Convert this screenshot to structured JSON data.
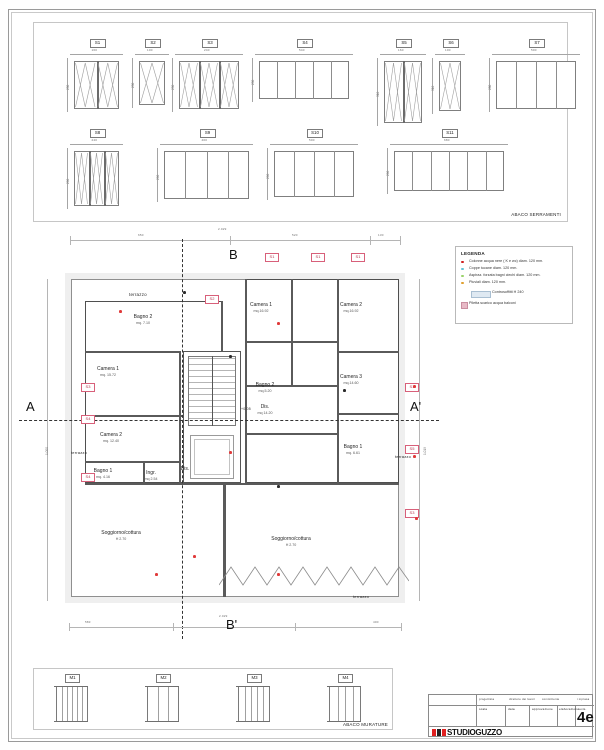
{
  "sheet": {
    "drawing_type": "architectural-floor-plan",
    "sheet_number": "4e",
    "studio_name": "STUDIOGUZZO"
  },
  "window_schedule": {
    "title": "ABACO SERRAMENTI",
    "rows": [
      {
        "items": [
          {
            "tag": "S1",
            "width_mm": "160",
            "height_mm": "230",
            "type": "casement-2",
            "panels": 2
          },
          {
            "tag": "S2",
            "width_mm": "100",
            "height_mm": "230",
            "type": "casement-1",
            "panels": 1
          },
          {
            "tag": "S3",
            "width_mm": "240",
            "height_mm": "230",
            "type": "casement-3",
            "panels": 3
          },
          {
            "tag": "S4",
            "width_mm": "540",
            "height_mm": "230",
            "type": "fixed-5",
            "panels": 5
          },
          {
            "tag": "S5",
            "width_mm": "160",
            "height_mm": "310",
            "type": "casement-2",
            "panels": 2
          },
          {
            "tag": "S6",
            "width_mm": "100",
            "height_mm": "310",
            "type": "casement-1",
            "panels": 1
          },
          {
            "tag": "S7",
            "width_mm": "500",
            "height_mm": "280",
            "type": "fixed-4",
            "panels": 4
          }
        ]
      },
      {
        "items": [
          {
            "tag": "S8",
            "width_mm": "240",
            "height_mm": "290",
            "type": "casement-3",
            "panels": 3
          },
          {
            "tag": "S9",
            "width_mm": "400",
            "height_mm": "290",
            "type": "fixed-4",
            "panels": 4
          },
          {
            "tag": "S10",
            "width_mm": "500",
            "height_mm": "290",
            "type": "fixed-4",
            "panels": 4
          },
          {
            "tag": "S11",
            "width_mm": "680",
            "height_mm": "290",
            "type": "fixed-6",
            "panels": 6
          }
        ]
      }
    ]
  },
  "legend": {
    "title": "LEGENDA",
    "entries": [
      {
        "marker": "dot",
        "color": "#d02020",
        "text": "Colonne acqua nere ( K e wc) diam. 120 mm."
      },
      {
        "marker": "dot",
        "color": "#63c4d8",
        "text": "Coppe tucane diam. 120 mm."
      },
      {
        "marker": "dot",
        "color": "#9ad36a",
        "text": "Aspiraz. forzata bagni ciechi diam. 120 mm."
      },
      {
        "marker": "dot",
        "color": "#e0a030",
        "text": "Pluviali diam. 120 mm."
      },
      {
        "marker": "swatch",
        "color": "#dfe9f2",
        "text": "Controsoffitti H 240"
      },
      {
        "marker": "hatch",
        "color": "#e7b9c6",
        "text": "Piletta scarico acqua balconi"
      }
    ]
  },
  "plan": {
    "section_markers": [
      "A",
      "A'",
      "B",
      "B'"
    ],
    "rooms": [
      {
        "name": "Camera 1",
        "area": "mq. 15.72"
      },
      {
        "name": "Camera 2",
        "area": "mq. 12.40"
      },
      {
        "name": "Bagno 2",
        "area": "mq. 7.10"
      },
      {
        "name": "Bagno 1",
        "area": "mq. 4.16"
      },
      {
        "name": "Ingr.",
        "area": "mq 2.54"
      },
      {
        "name": "Dis.",
        "area": ""
      },
      {
        "name": "Soggiorno/cottura",
        "area": "H 2.70"
      },
      {
        "name": "Camera 1",
        "area": "mq.16.92"
      },
      {
        "name": "Camera 2",
        "area": "mq.16.92"
      },
      {
        "name": "Camera 3",
        "area": "mq.14.60"
      },
      {
        "name": "Bagno 2",
        "area": "mq.5.20"
      },
      {
        "name": "Bagno 1",
        "area": "mq. 6.61"
      },
      {
        "name": "Dis.",
        "area": "mq 14.20"
      },
      {
        "name": "Soggiorno/cottura",
        "area": "H 2.70"
      }
    ],
    "terraces": [
      "terrazzo",
      "terrazzo",
      "terrazzo",
      "terrazzo"
    ],
    "window_tags": [
      "S1",
      "S1",
      "S1",
      "S2",
      "S3",
      "S4",
      "S4",
      "S1",
      "S5",
      "S3"
    ],
    "overall_dim_top": "2.029",
    "overall_dim_bottom": "2.029",
    "dims_top": [
      "650",
      "520",
      "130"
    ],
    "dims_bottom": [
      "583",
      "1.000",
      "400"
    ],
    "dims_left": [
      "1.000",
      "1.019"
    ],
    "dims_right": [
      "1.019",
      "1.010"
    ],
    "stair_note": "+0,05",
    "heights": [
      "H 2.40",
      "H 2.70",
      "H 2.70"
    ]
  },
  "wall_schedule": {
    "title": "ABACO MURATURE",
    "items": [
      {
        "tag": "M1",
        "layers": 6
      },
      {
        "tag": "M2",
        "layers": 3
      },
      {
        "tag": "M3",
        "layers": 5
      },
      {
        "tag": "M4",
        "layers": 4
      }
    ]
  },
  "title_block": {
    "headers": [
      "progettista",
      "direttore dei lavori",
      "committente",
      "i mprasa"
    ],
    "fields": [
      "scala",
      "data",
      "approvazione",
      "elaborazione",
      "revis."
    ],
    "sheet_number": "4e",
    "studio": "STUDIOGUZZO"
  }
}
